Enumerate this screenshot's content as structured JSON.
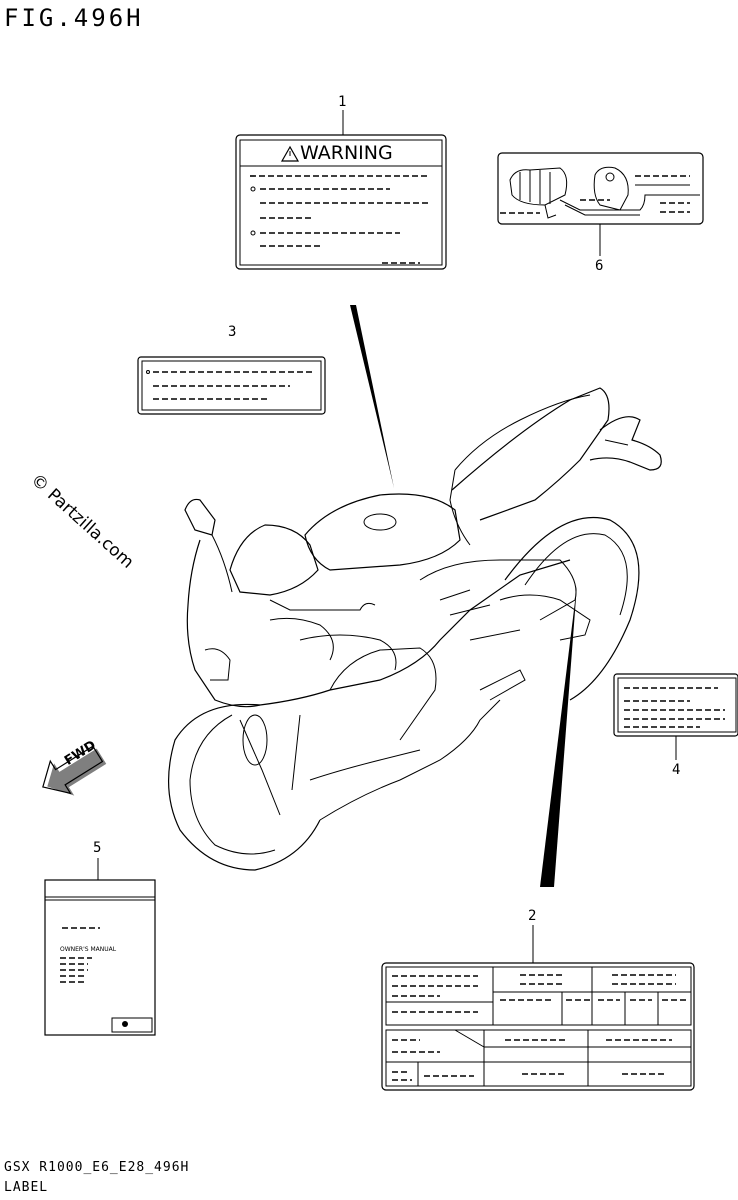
{
  "figure": {
    "title": "FIG.496H",
    "footer_code": "GSX R1000_E6_E28_496H",
    "footer_label": "LABEL"
  },
  "watermark": "© Partzilla.com",
  "callouts": [
    "1",
    "2",
    "3",
    "4",
    "5",
    "6"
  ],
  "warning_label": {
    "heading": "WARNING"
  },
  "fwd_arrow": {
    "text": "FWD"
  },
  "manual_label": {
    "heading": "OWNER'S MANUAL"
  }
}
